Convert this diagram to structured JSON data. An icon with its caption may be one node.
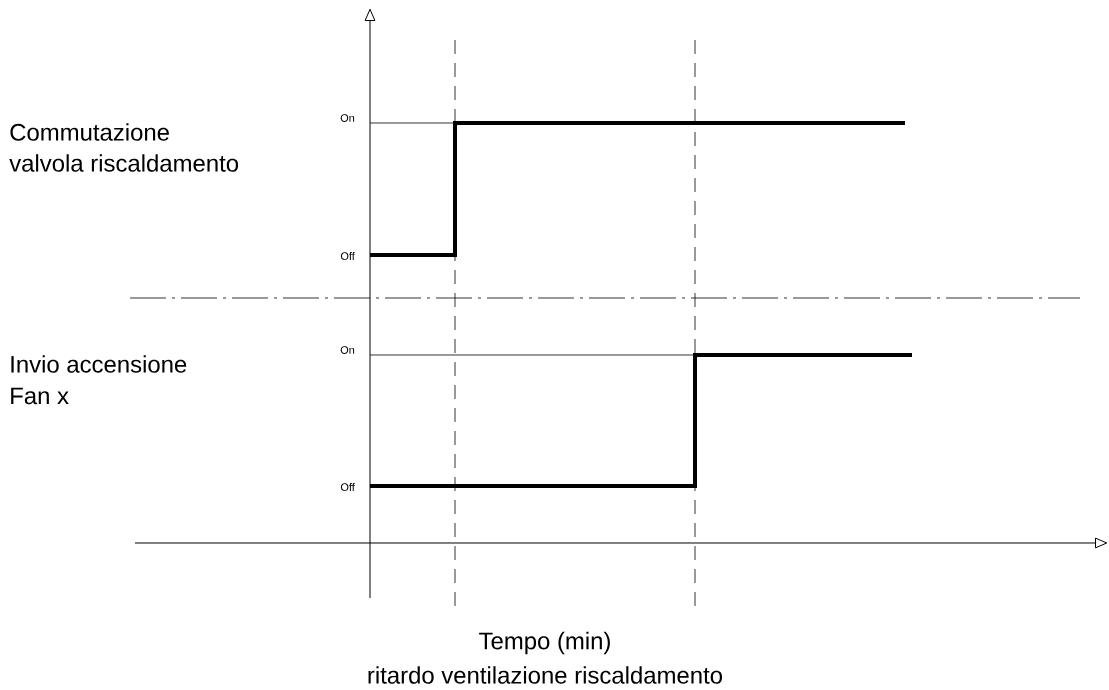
{
  "diagram": {
    "labels": [
      "On",
      "Commutazione",
      "valvola riscaldamento",
      "Off",
      "On",
      "Invio accensione",
      "Fan x",
      "Off",
      "Tempo (min)",
      "ritardo ventilazione riscaldamento"
    ]
  }
}
